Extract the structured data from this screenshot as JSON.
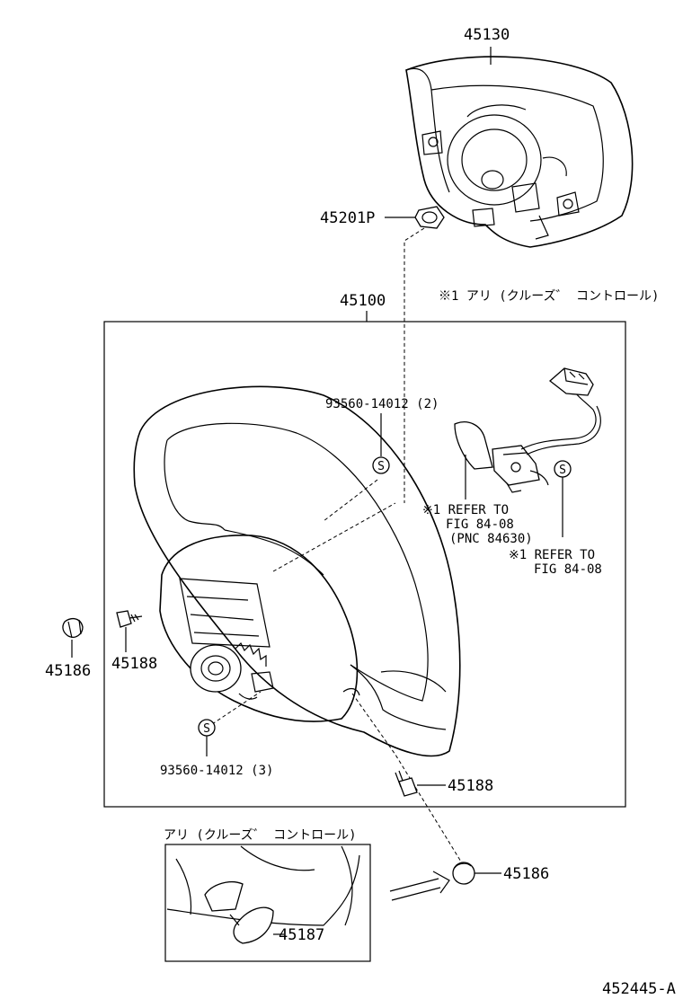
{
  "labels": {
    "pad": "45130",
    "nut": "45201P",
    "wheel": "45100",
    "cruise_note": "※1 アリ (クルーズ゛ コントロール)",
    "bolt_top": "93560-14012 (2)",
    "refer_a_1": "※1 REFER TO",
    "refer_a_2": "FIG 84-08",
    "refer_a_3": "(PNC 84630)",
    "refer_b_1": "※1 REFER TO",
    "refer_b_2": "FIG 84-08",
    "cap_left": "45186",
    "screw_left": "45188",
    "bolt_bottom": "93560-14012 (3)",
    "screw_right": "45188",
    "inset_title": "アリ (クルーズ゛ コントロール)",
    "cap_right": "45186",
    "lever": "45187",
    "drawing_id": "452445-A",
    "s_mark": "S"
  }
}
